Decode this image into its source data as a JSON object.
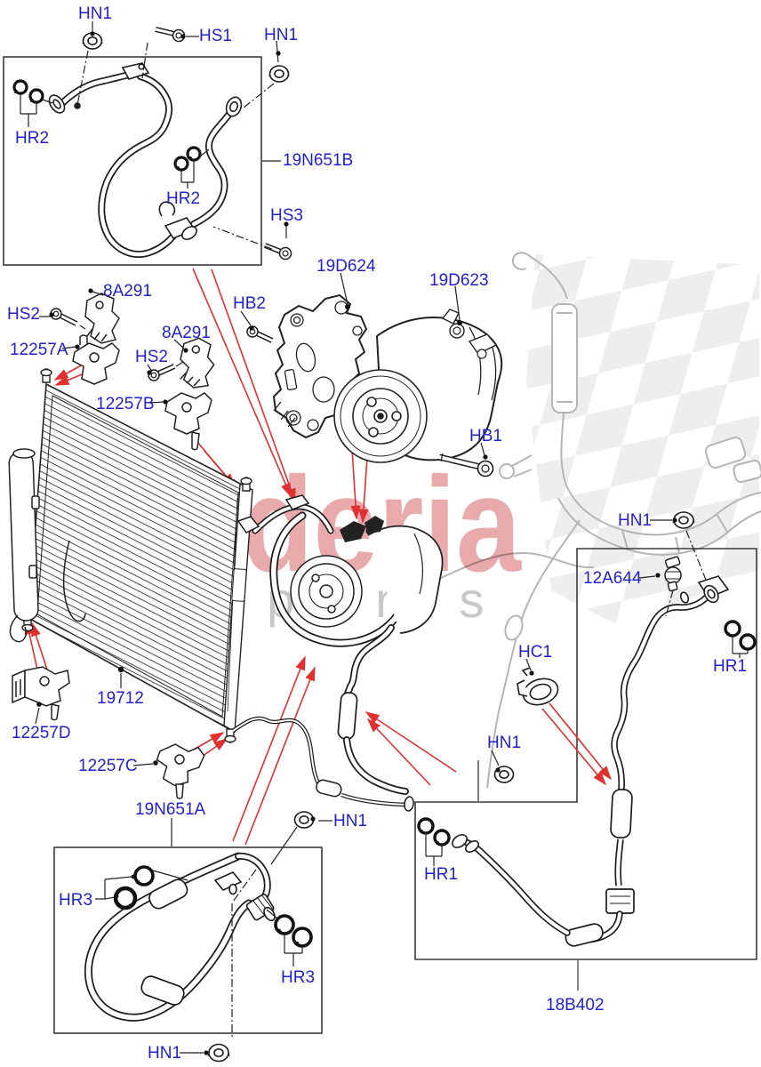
{
  "watermark": {
    "title": "scuderia",
    "subtitle": "parts"
  },
  "colors": {
    "label_blue": "#2222cc",
    "leader_red": "#e03030",
    "watermark_red": "#c93636",
    "line_black": "#1c1c1c",
    "faded_gray": "#b5b5b5"
  },
  "labels": [
    {
      "text": "HN1"
    },
    {
      "text": "HS1"
    },
    {
      "text": "HN1"
    },
    {
      "text": "HR2"
    },
    {
      "text": "19N651B"
    },
    {
      "text": "HR2"
    },
    {
      "text": "HS3"
    },
    {
      "text": "19D624"
    },
    {
      "text": "19D623"
    },
    {
      "text": "8A291"
    },
    {
      "text": "HB2"
    },
    {
      "text": "HS2"
    },
    {
      "text": "8A291"
    },
    {
      "text": "12257A"
    },
    {
      "text": "HS2"
    },
    {
      "text": "12257B"
    },
    {
      "text": "HB1"
    },
    {
      "text": "HN1"
    },
    {
      "text": "12A644"
    },
    {
      "text": "HC1"
    },
    {
      "text": "HR1"
    },
    {
      "text": "19712"
    },
    {
      "text": "12257D"
    },
    {
      "text": "HN1"
    },
    {
      "text": "12257C"
    },
    {
      "text": "19N651A"
    },
    {
      "text": "HN1"
    },
    {
      "text": "HR3"
    },
    {
      "text": "HR3"
    },
    {
      "text": "18B402"
    },
    {
      "text": "HN1"
    },
    {
      "text": "HR1"
    }
  ]
}
